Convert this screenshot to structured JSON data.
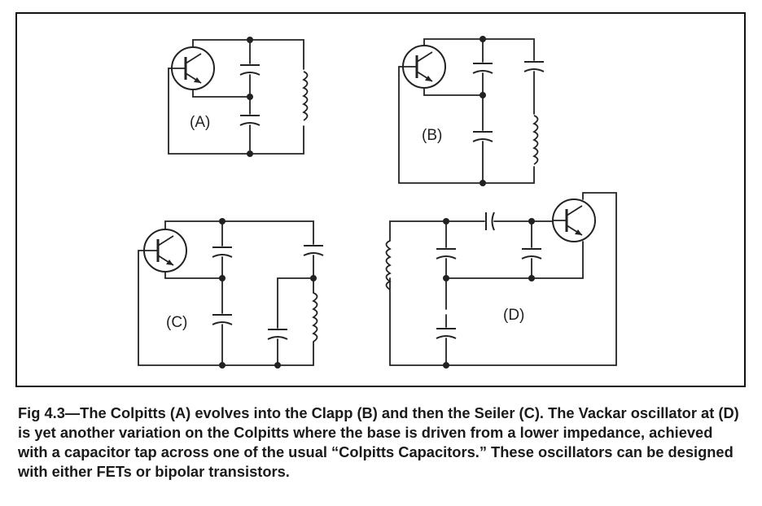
{
  "labels": {
    "a": "(A)",
    "b": "(B)",
    "c": "(C)",
    "d": "(D)"
  },
  "caption": "Fig 4.3—The Colpitts (A) evolves into the Clapp (B) and then the Seiler (C). The Vackar oscillator at (D) is yet another variation on the Colpitts where the base is driven from a lower impedance, achieved with a capacitor tap across one of the usual “Colpitts Capacitors.” These oscillators can be designed with either FETs or bipolar transistors.",
  "colors": {
    "ink": "#222222",
    "background": "#ffffff"
  }
}
